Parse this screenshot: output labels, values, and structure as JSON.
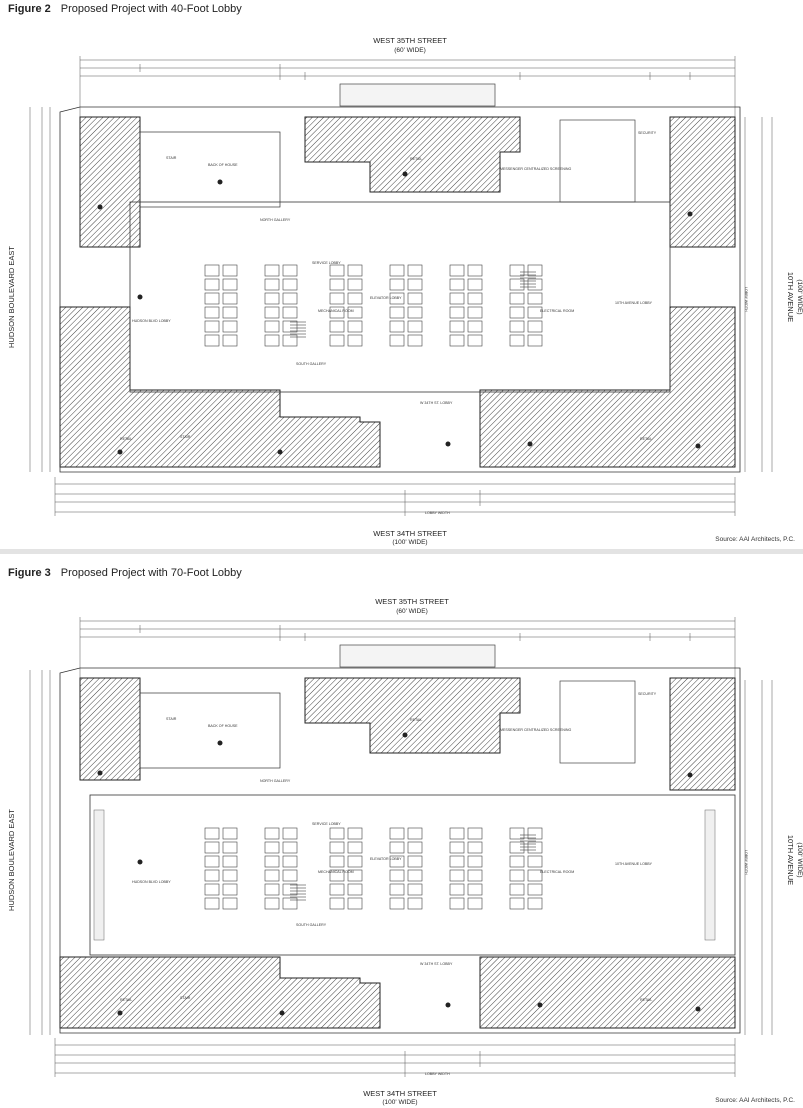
{
  "figures": [
    {
      "label": "Figure 2",
      "title": "Proposed Project with 40-Foot Lobby",
      "north_street": "WEST 35TH STREET",
      "north_width": "(60' WIDE)",
      "south_street": "WEST 34TH STREET",
      "south_width": "(100' WIDE)",
      "west_street": "HUDSON BOULEVARD EAST",
      "east_street": "10TH AVENUE",
      "east_width": "(100' WIDE)",
      "source": "Source: AAI Architects, P.C.",
      "rooms": {
        "back_of_house": "BACK OF HOUSE",
        "north_gallery": "NORTH GALLERY",
        "south_gallery": "SOUTH GALLERY",
        "mechanical": "MECHANICAL ROOM",
        "electrical": "ELECTRICAL ROOM",
        "hudson_lobby": "HUDSON BLVD LOBBY",
        "tenth_lobby": "10TH AVENUE LOBBY",
        "w34_lobby": "W 34TH ST. LOBBY",
        "retail": "RETAIL",
        "stair": "STAIR",
        "security": "SECURITY",
        "messenger": "MESSENGER CENTRALIZED SCREENING",
        "lobby_width": "LOBBY WIDTH",
        "el_lobby": "ELEVATOR LOBBY",
        "service_lobby": "SERVICE LOBBY"
      }
    },
    {
      "label": "Figure 3",
      "title": "Proposed Project with 70-Foot Lobby",
      "north_street": "WEST 35TH STREET",
      "north_width": "(60' WIDE)",
      "south_street": "WEST 34TH STREET",
      "south_width": "(100' WIDE)",
      "west_street": "HUDSON BOULEVARD EAST",
      "east_street": "10TH AVENUE",
      "east_width": "(100' WIDE)",
      "source": "Source: AAI Architects, P.C.",
      "rooms": {
        "back_of_house": "BACK OF HOUSE",
        "north_gallery": "NORTH GALLERY",
        "south_gallery": "SOUTH GALLERY",
        "mechanical": "MECHANICAL ROOM",
        "electrical": "ELECTRICAL ROOM",
        "hudson_lobby": "HUDSON BLVD LOBBY",
        "tenth_lobby": "10TH AVENUE LOBBY",
        "w34_lobby": "W 34TH ST. LOBBY",
        "retail": "RETAIL",
        "stair": "STAIR",
        "security": "SECURITY",
        "messenger": "MESSENGER CENTRALIZED SCREENING",
        "lobby_width": "LOBBY WIDTH",
        "el_lobby": "ELEVATOR LOBBY",
        "service_lobby": "SERVICE LOBBY"
      }
    }
  ]
}
